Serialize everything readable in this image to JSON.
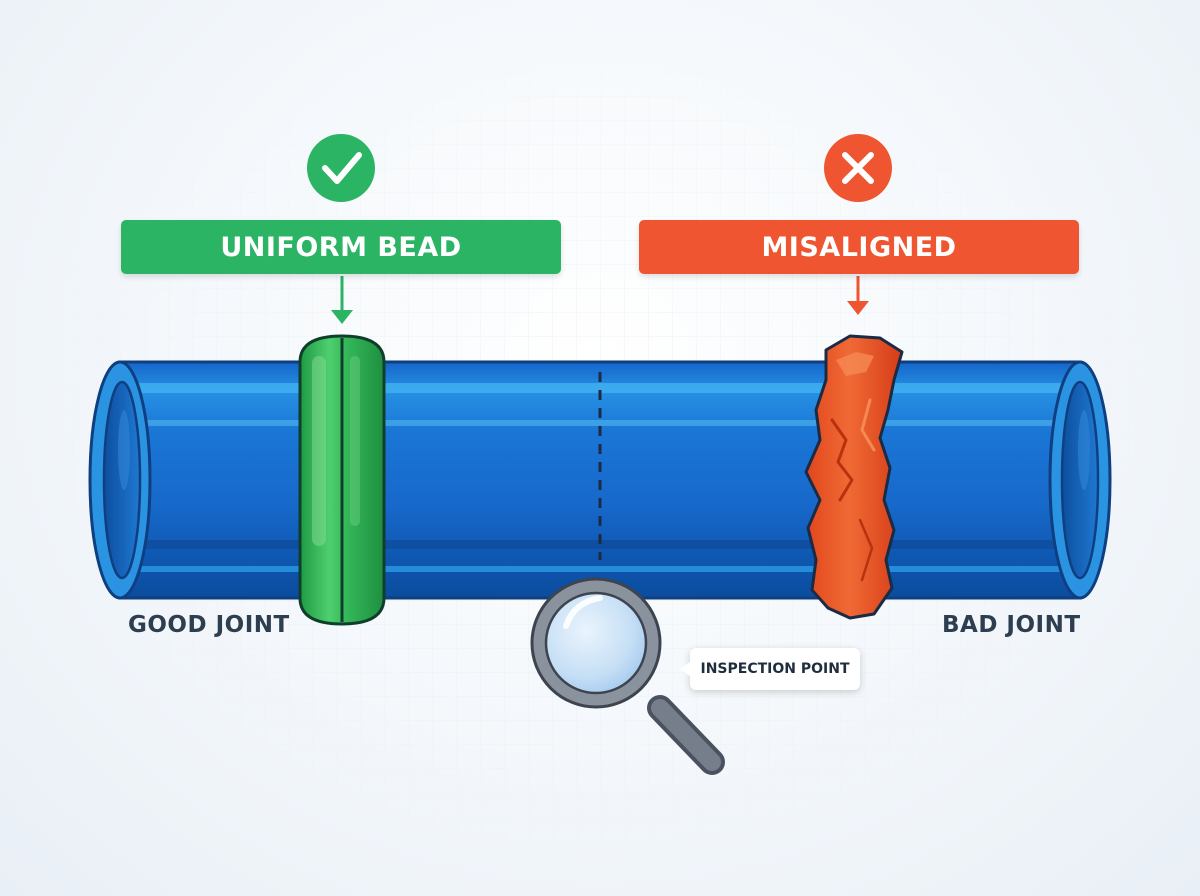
{
  "labels": {
    "good_header": "UNIFORM BEAD",
    "bad_header": "MISALIGNED",
    "good_caption": "GOOD JOINT",
    "bad_caption": "BAD JOINT",
    "inspection": "INSPECTION POINT"
  },
  "icons": {
    "good": "check-icon",
    "bad": "cross-icon",
    "inspection": "magnifier-icon"
  },
  "colors": {
    "good": "#2ab464",
    "bad": "#ee5530",
    "pipe": "#1a6fd1",
    "pipe_dark": "#0f56b0",
    "pipe_light": "#2b9be8",
    "weld": "#2eab4f",
    "defect": "#e5481f"
  }
}
